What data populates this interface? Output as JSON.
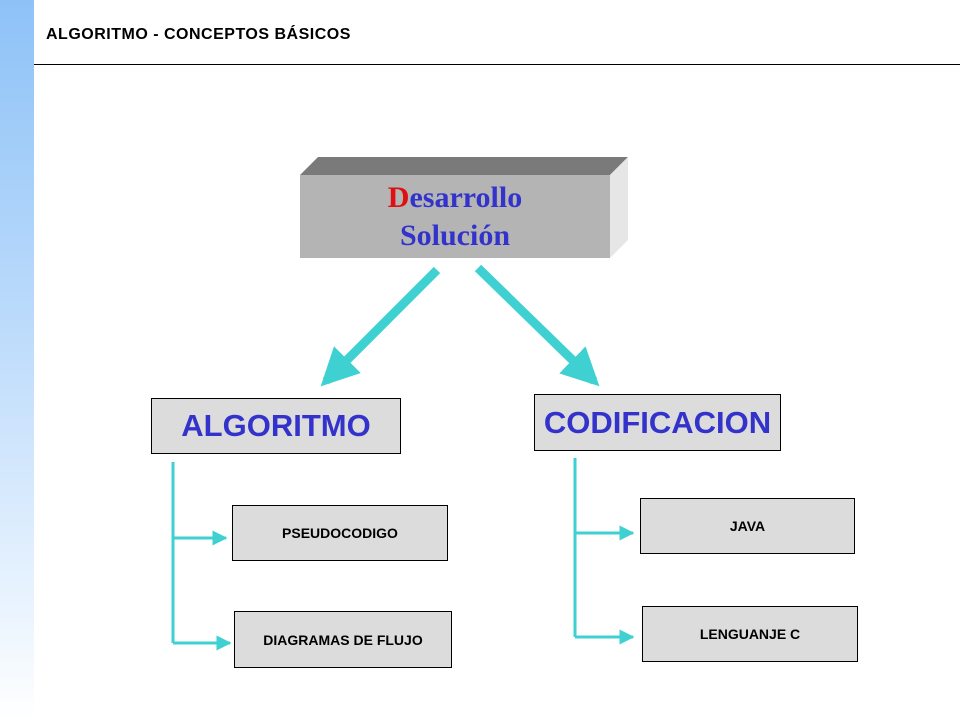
{
  "header": {
    "title": "ALGORITMO - CONCEPTOS BÁSICOS"
  },
  "top_block": {
    "line1_first_letter": "D",
    "line1_rest": "esarrollo",
    "line2": "Solución"
  },
  "branches": {
    "left": {
      "label": "ALGORITMO",
      "children": [
        "PSEUDOCODIGO",
        "DIAGRAMAS DE FLUJO"
      ]
    },
    "right": {
      "label": "CODIFICACION",
      "children": [
        "JAVA",
        "LENGUANJE C"
      ]
    }
  },
  "colors": {
    "arrow": "#3fd1d1",
    "box_text_blue": "#3333cc",
    "highlight_letter": "#dd1111",
    "box_fill": "#dcdcdc",
    "block_face": "#b4b4b4"
  }
}
